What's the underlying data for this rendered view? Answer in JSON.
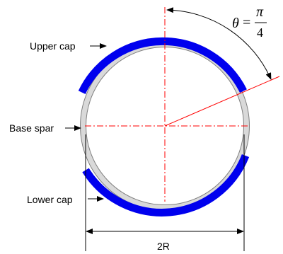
{
  "labels": {
    "upper_cap": "Upper cap",
    "base_spar": "Base spar",
    "lower_cap": "Lower cap",
    "dimension": "2R"
  },
  "angle": {
    "symbol": "θ",
    "equals": "=",
    "numerator": "π",
    "denominator": "4"
  },
  "colors": {
    "cap": "#0000ee",
    "spar_fill": "#d9d9d9",
    "spar_stroke": "#7f7f7f",
    "centerline": "#ff0000",
    "leader": "#000000"
  }
}
